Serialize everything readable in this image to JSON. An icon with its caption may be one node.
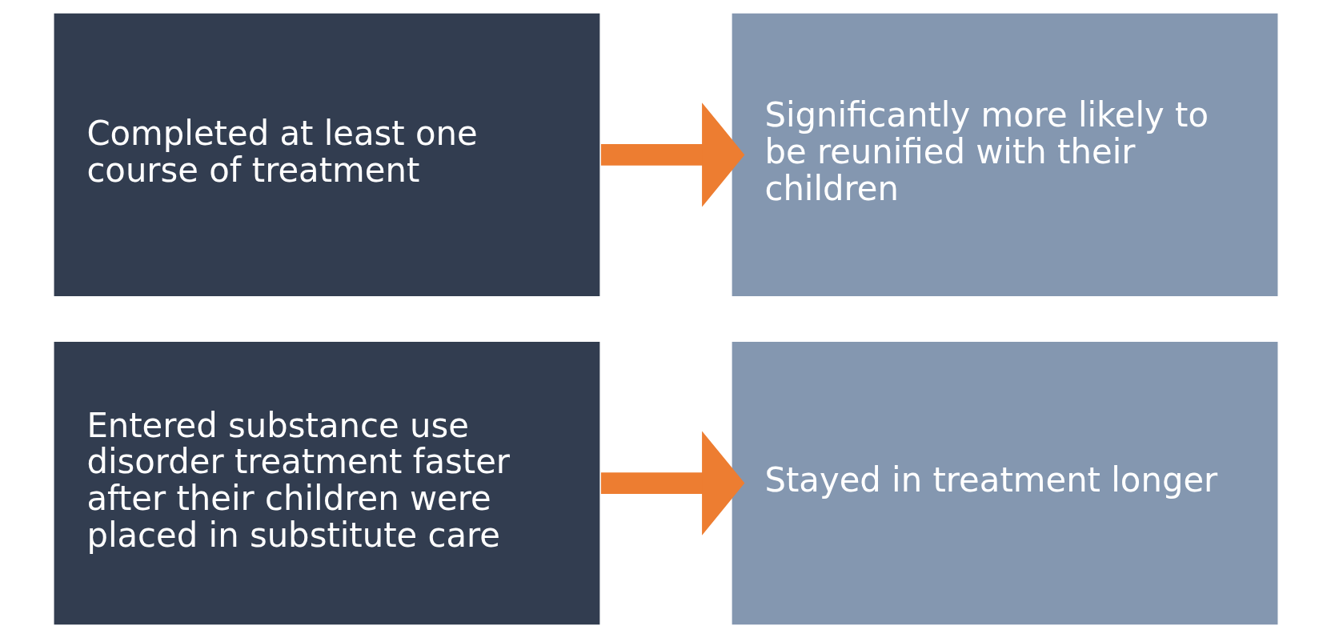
{
  "diagram": {
    "nodes": [
      {
        "text": [
          "Entered substance use disorder treatment faster after their children were placed in substitute care"
        ]
      },
      {
        "text": [
          "Stayed in treatment longer"
        ]
      },
      {
        "text": [
          "Completed at least one course of treatment"
        ]
      },
      {
        "text": [
          "Significantly more likely to be reunified with their children"
        ]
      }
    ],
    "edges": [
      {
        "from": 0,
        "to": 1,
        "arrow": "to"
      },
      {
        "from": 2,
        "to": 3,
        "arrow": "to"
      }
    ]
  }
}
